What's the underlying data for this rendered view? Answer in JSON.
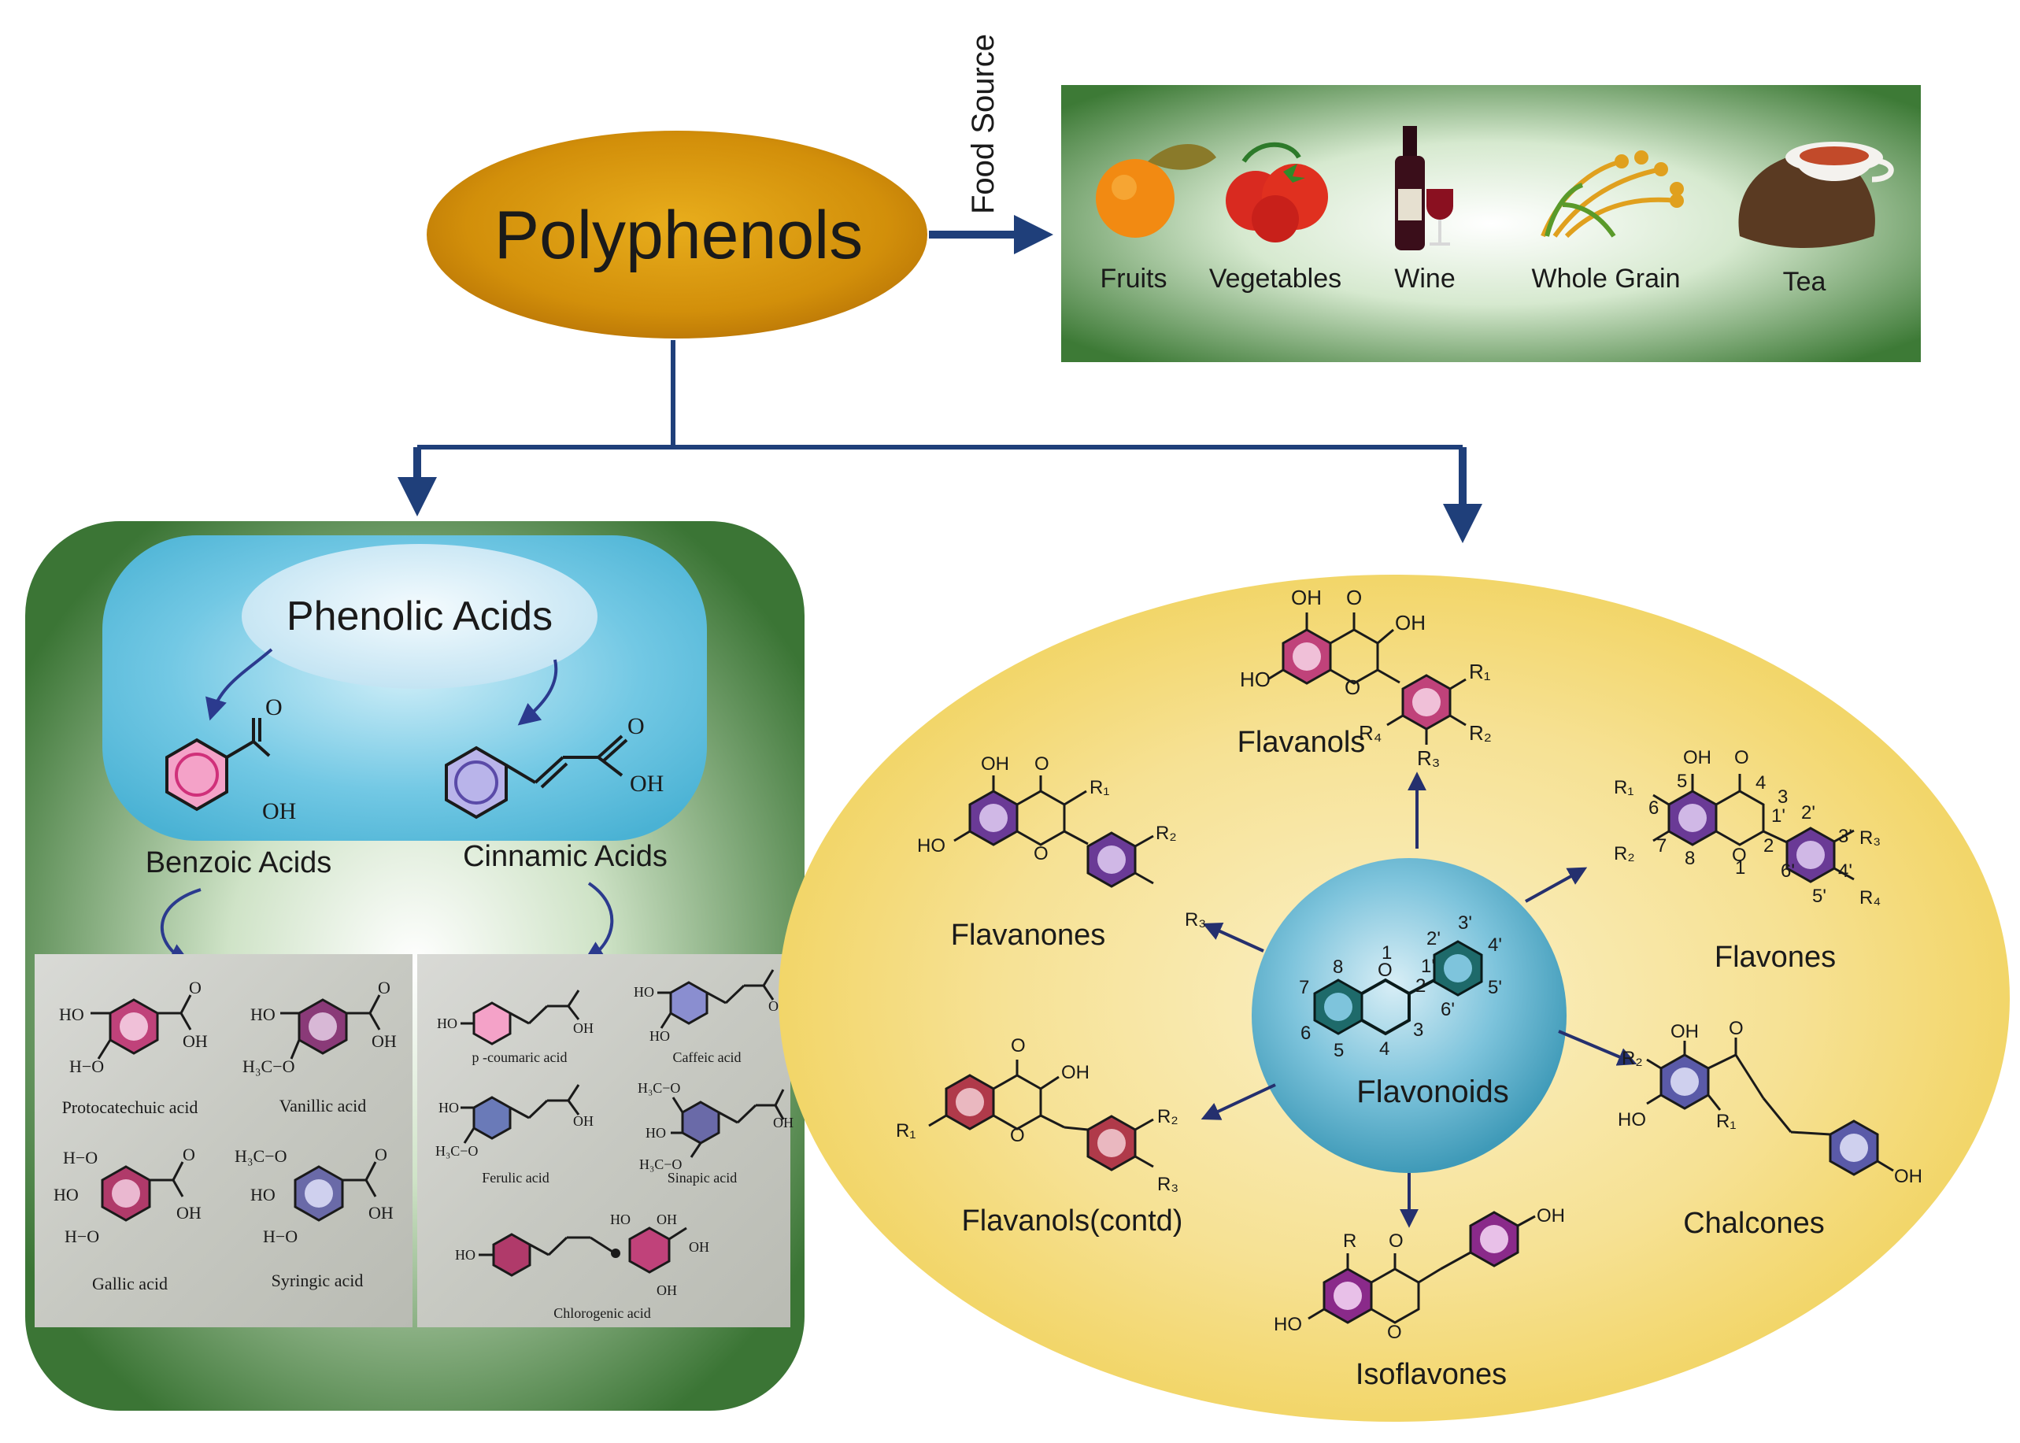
{
  "root": {
    "label": "Polyphenols"
  },
  "food_source": {
    "arrow_label": "Food Source",
    "items": [
      {
        "label": "Fruits",
        "icon": "orange-icon"
      },
      {
        "label": "Vegetables",
        "icon": "tomato-icon"
      },
      {
        "label": "Wine",
        "icon": "wine-bottle-icon"
      },
      {
        "label": "Whole Grain",
        "icon": "grain-icon"
      },
      {
        "label": "Tea",
        "icon": "teacup-icon"
      }
    ]
  },
  "phenolic": {
    "title": "Phenolic Acids",
    "benzoic": {
      "label": "Benzoic Acids",
      "oh": "OH",
      "o": "O"
    },
    "cinnamic": {
      "label": "Cinnamic Acids",
      "oh": "OH",
      "o": "O"
    },
    "benzoic_examples": [
      {
        "name": "Protocatechuic acid",
        "subs": [
          "HO",
          "H−O"
        ]
      },
      {
        "name": "Vanillic acid",
        "subs": [
          "HO",
          "H₃C−O"
        ]
      },
      {
        "name": "Gallic acid",
        "subs": [
          "H−O",
          "HO",
          "H−O"
        ]
      },
      {
        "name": "Syringic acid",
        "subs": [
          "H₃C−O",
          "HO",
          "H−O"
        ]
      }
    ],
    "cinnamic_examples": [
      {
        "name": "p -coumaric acid",
        "subs": [
          "HO"
        ]
      },
      {
        "name": "Caffeic acid",
        "subs": [
          "HO",
          "HO"
        ]
      },
      {
        "name": "Ferulic acid",
        "subs": [
          "HO",
          "H₃C−O"
        ]
      },
      {
        "name": "Sinapic acid",
        "subs": [
          "H₃C−O",
          "HO",
          "H₃C−O"
        ]
      },
      {
        "name": "Chlorogenic acid",
        "subs": [
          "HO",
          "HO",
          "OH",
          "OH"
        ]
      }
    ]
  },
  "flavonoids": {
    "center": "Flavonoids",
    "classes": [
      {
        "name": "Flavanols"
      },
      {
        "name": "Flavones"
      },
      {
        "name": "Chalcones"
      },
      {
        "name": "Isoflavones"
      },
      {
        "name": "Flavanols(contd)"
      },
      {
        "name": "Flavanones"
      }
    ],
    "atoms": {
      "oh": "OH",
      "ho": "HO",
      "o": "O",
      "r": "R",
      "r1": "R₁",
      "r2": "R₂",
      "r3": "R₃",
      "r4": "R₄",
      "n1": "1",
      "n2": "2",
      "n3": "3",
      "n4": "4",
      "n5": "5",
      "n6": "6",
      "n7": "7",
      "n8": "8",
      "p1": "1'",
      "p2": "2'",
      "p3": "3'",
      "p4": "4'",
      "p5": "5'",
      "p6": "6'"
    }
  },
  "colors": {
    "arrow": "#1f3f7a",
    "green_panel": "#3e7a38",
    "root_gold": "#d89a0c",
    "yellow_ellipse": "#f3d86a",
    "pink_ring": "#c0427a",
    "purple_ring": "#6a3a96",
    "teal_ring": "#1e6a6a"
  }
}
